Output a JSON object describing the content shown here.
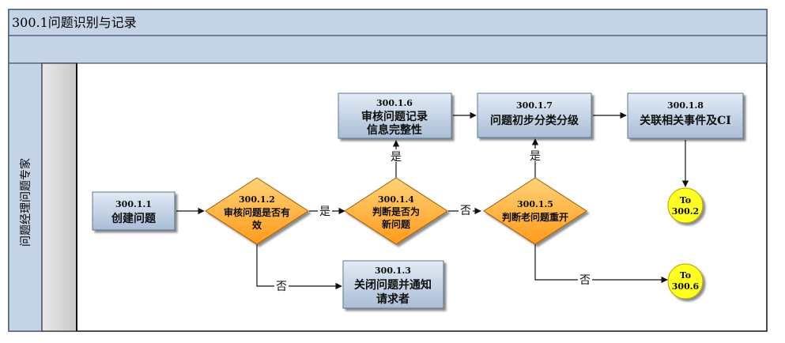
{
  "diagram": {
    "title": "300.1问题识别与记录",
    "lane_label": "问题经理问题专家",
    "nodes": {
      "n111": {
        "id": "300.1.1",
        "lines": [
          "创建问题"
        ]
      },
      "n112": {
        "id": "300.1.2",
        "lines": [
          "审核问题是否有",
          "效"
        ]
      },
      "n113": {
        "id": "300.1.3",
        "lines": [
          "关闭问题并通知",
          "请求者"
        ]
      },
      "n114": {
        "id": "300.1.4",
        "lines": [
          "判断是否为",
          "新问题"
        ]
      },
      "n115": {
        "id": "300.1.5",
        "lines": [
          "判断老问题重开"
        ]
      },
      "n116": {
        "id": "300.1.6",
        "lines": [
          "审核问题记录",
          "信息完整性"
        ]
      },
      "n117": {
        "id": "300.1.7",
        "lines": [
          "问题初步分类分级"
        ]
      },
      "n118": {
        "id": "300.1.8",
        "lines": [
          "关联相关事件及CI"
        ]
      },
      "c1": {
        "lines": [
          "To",
          "300.2"
        ]
      },
      "c2": {
        "lines": [
          "To",
          "300.6"
        ]
      }
    },
    "edge_labels": {
      "yes_112_114": "是",
      "no_112_113": "否",
      "yes_114_116": "是",
      "no_114_115": "否",
      "yes_115_117": "是",
      "no_115_c2": "否"
    }
  },
  "colors": {
    "header_fill": "#c5d3e6",
    "header_stroke": "#3f5470",
    "box_fill_top": "#e3ebf5",
    "box_fill_bottom": "#a9bdd6",
    "box_stroke": "#5b7596",
    "diamond_fill_top": "#ffd27a",
    "diamond_fill_bottom": "#ff9b1a",
    "diamond_stroke": "#a45e00",
    "connector_fill": "#ffff22",
    "connector_stroke": "#b5a800",
    "lane_fill": "#c5d3e6",
    "lane_gray": "#d6d6d6",
    "line": "#111111"
  }
}
